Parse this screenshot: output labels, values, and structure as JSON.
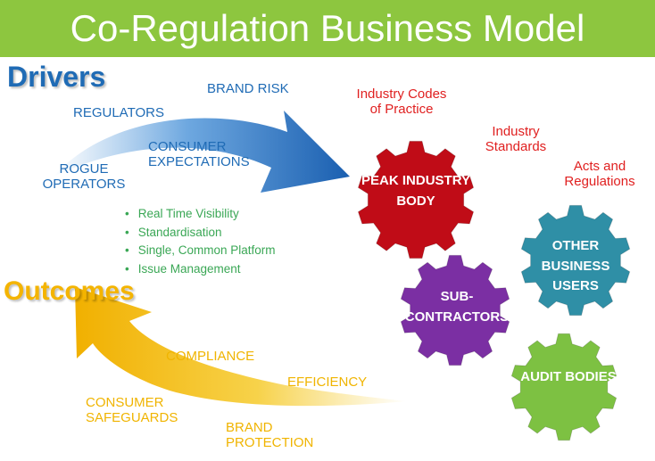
{
  "title": "Co-Regulation Business Model",
  "drivers": {
    "heading": "Drivers",
    "items": [
      "BRAND RISK",
      "REGULATORS",
      "CONSUMER EXPECTATIONS",
      "ROGUE OPERATORS"
    ]
  },
  "benefits": [
    "Real Time Visibility",
    "Standardisation",
    "Single, Common Platform",
    "Issue Management"
  ],
  "outcomes": {
    "heading": "Outcomes",
    "items": [
      "COMPLIANCE",
      "EFFICIENCY",
      "CONSUMER SAFEGUARDS",
      "BRAND PROTECTION"
    ]
  },
  "frameworks": [
    "Industry Codes of Practice",
    "Industry Standards",
    "Acts and Regulations"
  ],
  "gears": [
    {
      "label": "PEAK INDUSTRY BODY",
      "color": "#c00c17"
    },
    {
      "label": "OTHER BUSINESS USERS",
      "color": "#2f8fa6"
    },
    {
      "label": "SUB-CONTRACTORS",
      "color": "#7b2fa3"
    },
    {
      "label": "AUDIT BODIES",
      "color": "#7dc142"
    }
  ],
  "colors": {
    "title_bar": "#8dc63f",
    "drivers_arrow": "#1f6bb5",
    "outcomes_arrow": "#f4b400"
  }
}
